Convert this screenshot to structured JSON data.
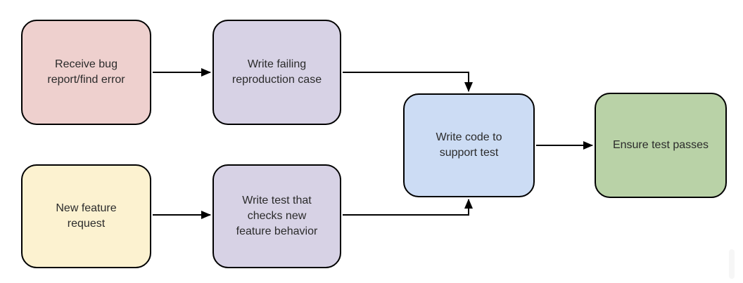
{
  "diagram": {
    "background_color": "#ffffff",
    "arrow_color": "#000000",
    "text_color": "#2b2b2b",
    "nodes": [
      {
        "id": "receive-bug-report",
        "label": "Receive bug\nreport/find error",
        "fill": "#eed0ce"
      },
      {
        "id": "write-failing-repro-case",
        "label": "Write failing\nreproduction case",
        "fill": "#d7d2e5"
      },
      {
        "id": "new-feature-request",
        "label": "New feature\nrequest",
        "fill": "#fcf2d0"
      },
      {
        "id": "write-test-new-feature",
        "label": "Write test that\nchecks new\nfeature behavior",
        "fill": "#d7d2e5"
      },
      {
        "id": "write-code-support-test",
        "label": "Write code to\nsupport test",
        "fill": "#ccdcf4"
      },
      {
        "id": "ensure-test-passes",
        "label": "Ensure test passes",
        "fill": "#b9d2a7"
      }
    ],
    "edges": [
      {
        "from": "receive-bug-report",
        "to": "write-failing-repro-case",
        "route": "straight-right"
      },
      {
        "from": "write-failing-repro-case",
        "to": "write-code-support-test",
        "route": "right-then-down-into-top"
      },
      {
        "from": "new-feature-request",
        "to": "write-test-new-feature",
        "route": "straight-right"
      },
      {
        "from": "write-test-new-feature",
        "to": "write-code-support-test",
        "route": "right-then-up-into-bottom"
      },
      {
        "from": "write-code-support-test",
        "to": "ensure-test-passes",
        "route": "straight-right"
      }
    ]
  }
}
